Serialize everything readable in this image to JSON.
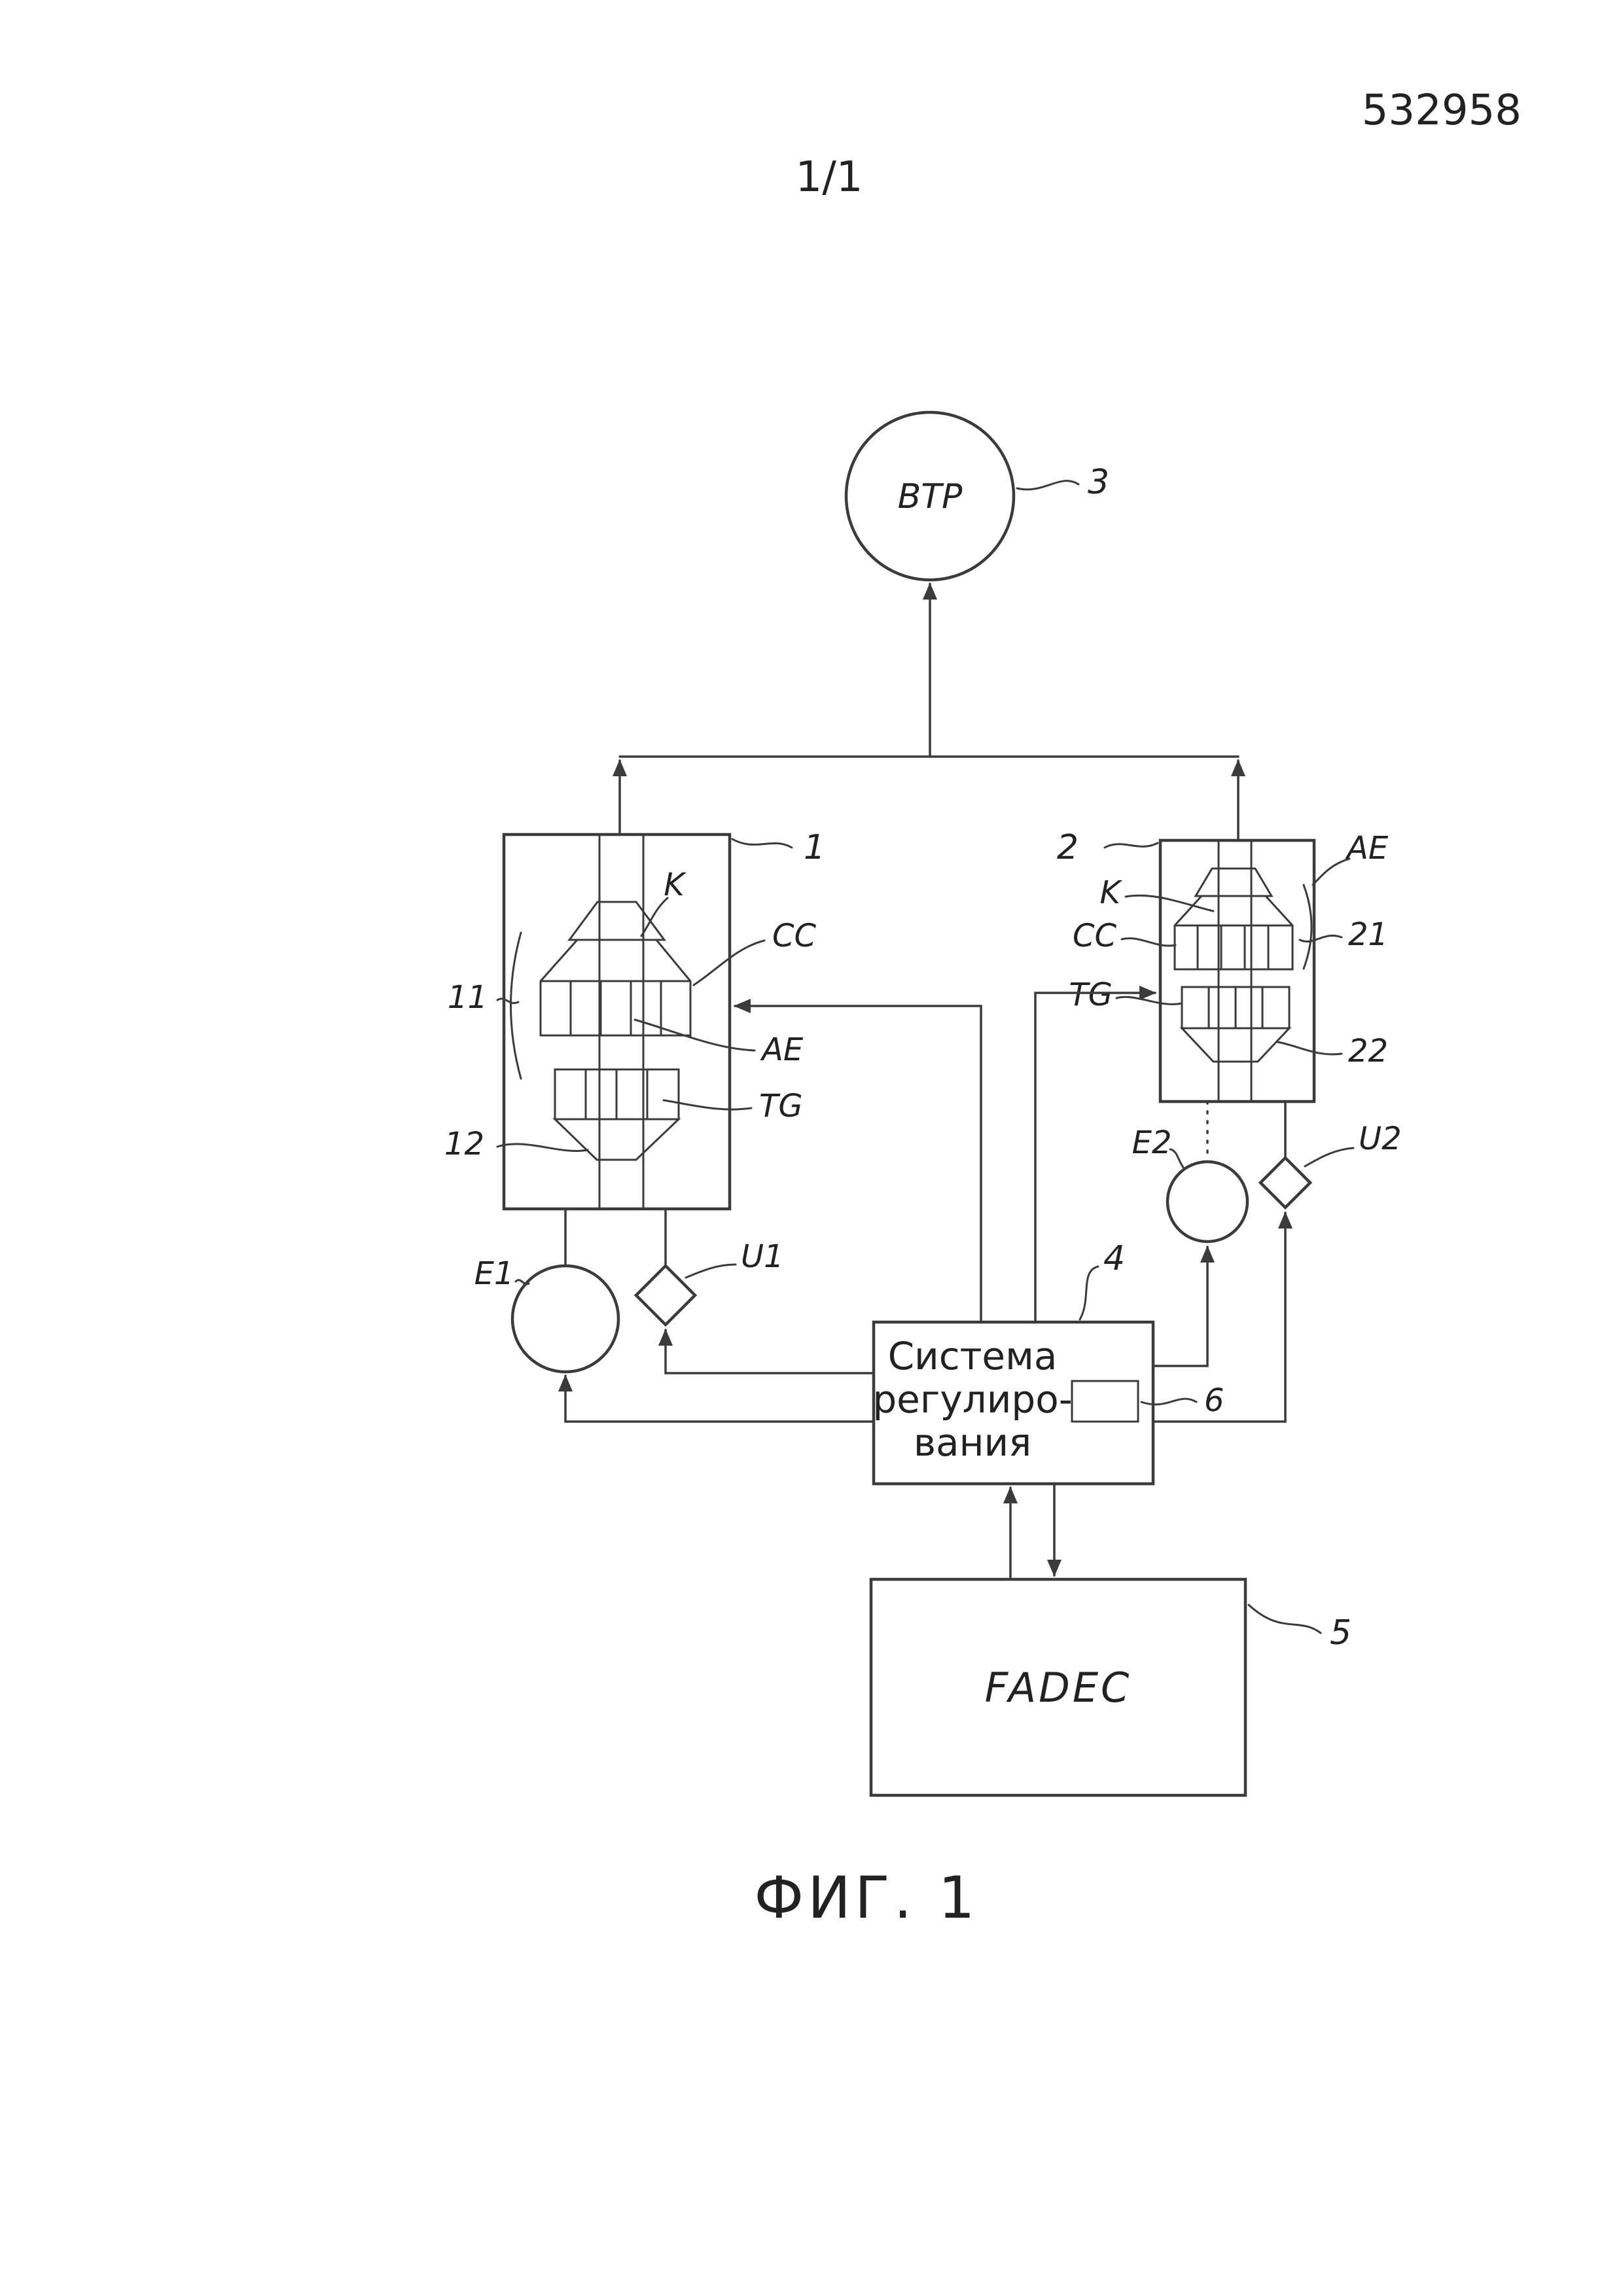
{
  "header": {
    "patent_number": "532958",
    "sheet": "1/1"
  },
  "caption": "ФИГ. 1",
  "nodes": {
    "btp": {
      "label": "BTP",
      "ref": "3"
    },
    "engine1": {
      "ref": "1",
      "k": "K",
      "cc": "CC",
      "ae": "AE",
      "tg": "TG",
      "ref_upper": "11",
      "ref_lower": "12"
    },
    "engine2": {
      "ref": "2",
      "k": "K",
      "cc": "CC",
      "ae": "AE",
      "tg": "TG",
      "ref_upper": "21",
      "ref_lower": "22"
    },
    "pump1": {
      "label": "E1"
    },
    "meter1": {
      "label": "U1"
    },
    "pump2": {
      "label": "E2"
    },
    "meter2": {
      "label": "U2"
    },
    "control": {
      "line1": "Система",
      "line2": "регулиро-",
      "line3": "вания",
      "ref": "4",
      "inner_ref": "6"
    },
    "fadec": {
      "label": "FADEC",
      "ref": "5"
    }
  },
  "colors": {
    "ink": "#3b3b3b",
    "background": "#ffffff"
  }
}
